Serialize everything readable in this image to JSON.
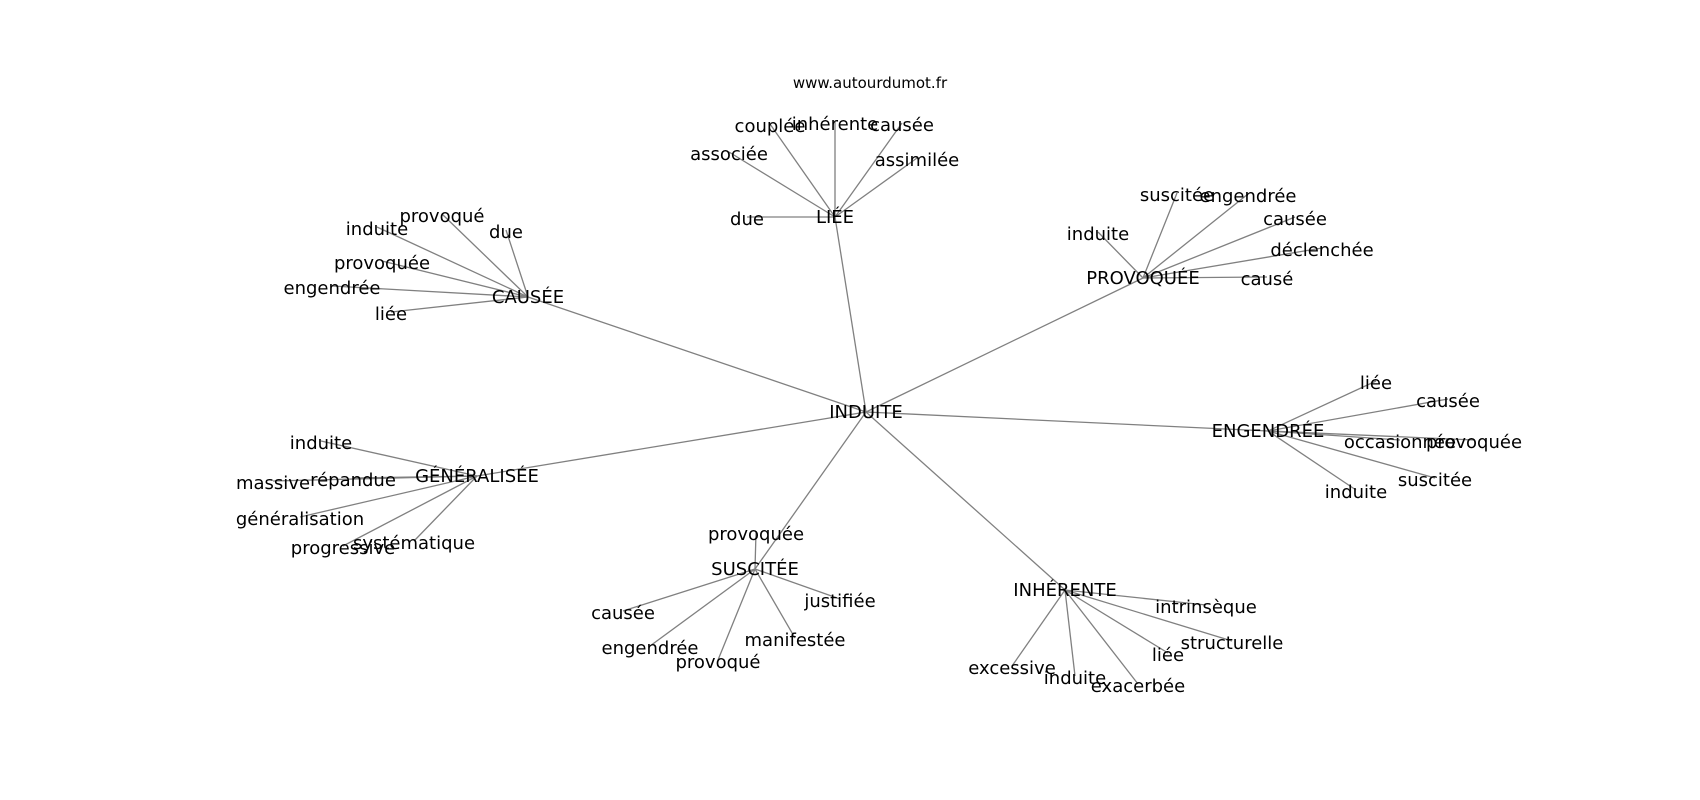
{
  "site": "www.autourdumot.fr",
  "center": "INDUITE",
  "clusters": [
    {
      "name": "LIÉE",
      "leaves": [
        "couplée",
        "inhérente",
        "causée",
        "associée",
        "assimilée",
        "due"
      ]
    },
    {
      "name": "CAUSÉE",
      "leaves": [
        "provoqué",
        "induite",
        "due",
        "provoquée",
        "engendrée",
        "liée"
      ]
    },
    {
      "name": "PROVOQUÉE",
      "leaves": [
        "suscitée",
        "engendrée",
        "induite",
        "causée",
        "déclenchée",
        "causé"
      ]
    },
    {
      "name": "ENGENDRÉE",
      "leaves": [
        "liée",
        "causée",
        "occasionnée",
        "provoquée",
        "suscitée",
        "induite"
      ]
    },
    {
      "name": "GÉNÉRALISÉE",
      "leaves": [
        "induite",
        "massive",
        "répandue",
        "généralisation",
        "systématique",
        "progressive"
      ]
    },
    {
      "name": "SUSCITÉE",
      "leaves": [
        "provoquée",
        "causée",
        "justifiée",
        "engendrée",
        "manifestée",
        "provoqué"
      ]
    },
    {
      "name": "INHÉRENTE",
      "leaves": [
        "intrinsèque",
        "structurelle",
        "liée",
        "excessive",
        "induite",
        "exacerbée"
      ]
    }
  ]
}
